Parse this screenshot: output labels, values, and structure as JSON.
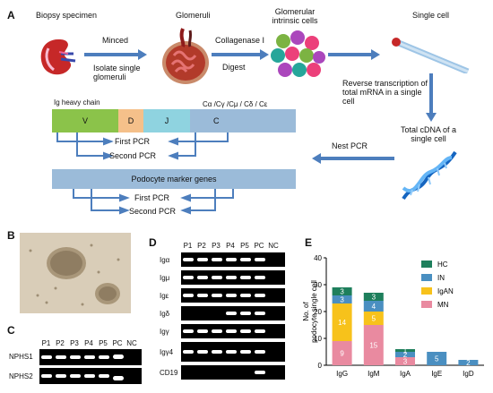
{
  "panelA": {
    "label": "A",
    "biopsy": "Biopsy specimen",
    "minced": "Minced",
    "isolate": "Isolate single glomeruli",
    "glomeruli": "Glomeruli",
    "collagenase": "Collagenase I",
    "digest": "Digest",
    "intrinsic": "Glomerular intrinsic cells",
    "single_cell": "Single cell",
    "rt": "Reverse transcription of total mRNA in a single cell",
    "total_cdna": "Total cDNA of a single cell",
    "nest_pcr": "Nest PCR",
    "ig_heavy": "Ig heavy chain",
    "constant_types": "Cα /Cγ /Cμ / Cδ / Cε",
    "seg_v": "V",
    "seg_d": "D",
    "seg_j": "J",
    "seg_c": "C",
    "first_pcr_1": "First PCR",
    "second_pcr_1": "Second PCR",
    "podocyte_markers": "Podocyte marker genes",
    "first_pcr_2": "First PCR",
    "second_pcr_2": "Second PCR"
  },
  "panelB": {
    "label": "B"
  },
  "panelC": {
    "label": "C",
    "lanes": [
      "P1",
      "P2",
      "P3",
      "P4",
      "P5",
      "PC",
      "NC"
    ],
    "rows": [
      "NPHS1",
      "NPHS2"
    ]
  },
  "panelD": {
    "label": "D",
    "lanes": [
      "P1",
      "P2",
      "P3",
      "P4",
      "P5",
      "PC",
      "NC"
    ],
    "rows": [
      "Igα",
      "Igμ",
      "Igε",
      "Igδ",
      "Igγ",
      "Igγ4",
      "CD19"
    ]
  },
  "panelE": {
    "label": "E"
  },
  "colors": {
    "hc": "#1e7f5c",
    "in": "#4a8fc1",
    "igan": "#f7c21b",
    "mn": "#e98aa0",
    "arrow": "#4d7ebd",
    "v": "#8bc34a",
    "d": "#f5c08a",
    "j": "#8fd3e0",
    "c": "#9bbbd9"
  },
  "chart_data": {
    "type": "bar",
    "stacked": true,
    "categories": [
      "IgG",
      "IgM",
      "IgA",
      "IgE",
      "IgD"
    ],
    "series": [
      {
        "name": "MN",
        "values": [
          9,
          15,
          3,
          0,
          0
        ],
        "color": "#e98aa0"
      },
      {
        "name": "IgAN",
        "values": [
          14,
          5,
          0,
          0,
          0
        ],
        "color": "#f7c21b"
      },
      {
        "name": "IN",
        "values": [
          3,
          4,
          2,
          5,
          2
        ],
        "color": "#4a8fc1"
      },
      {
        "name": "HC",
        "values": [
          3,
          3,
          1,
          0,
          0
        ],
        "color": "#1e7f5c"
      }
    ],
    "ylabel": "No. of podocyte single cell",
    "ylim": [
      0,
      40
    ],
    "yticks": [
      0,
      10,
      20,
      30,
      40
    ],
    "legend": "top-right",
    "legend_order": [
      "HC",
      "IN",
      "IgAN",
      "MN"
    ]
  }
}
